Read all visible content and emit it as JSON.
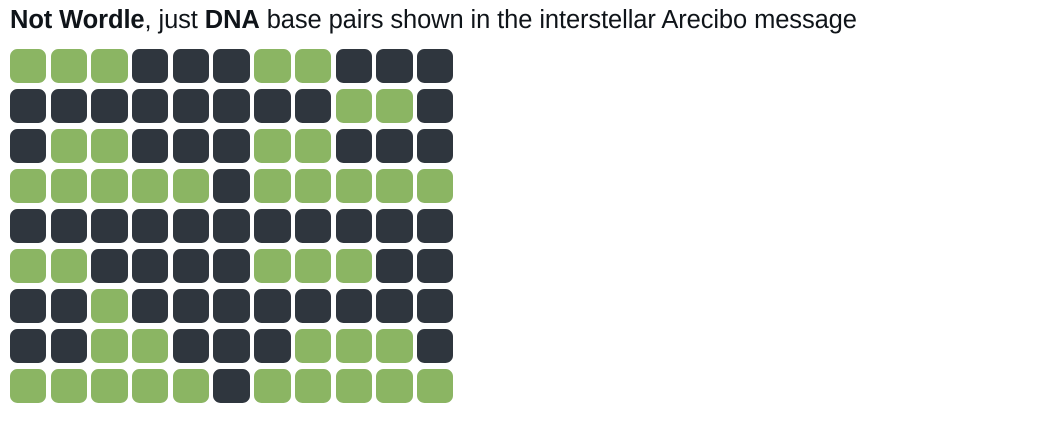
{
  "page": {
    "background": "#ffffff"
  },
  "header": {
    "full_text": "Not Wordle, just DNA base pairs shown in the interstellar Arecibo message",
    "text_color": "#0f1419",
    "segments": [
      {
        "text": "Not Wordle",
        "bold": true
      },
      {
        "text": ", just ",
        "bold": false
      },
      {
        "text": "DNA",
        "bold": true
      },
      {
        "text": " base pairs shown in the interstellar Arecibo message",
        "bold": false
      }
    ]
  },
  "grid": {
    "columns": 11,
    "row_count": 9,
    "cell_names": {
      "G": "green-square-emoji",
      "D": "black-square-emoji"
    },
    "colors": {
      "G": "#8bb563",
      "D": "#2f363e"
    },
    "rows": [
      "GGGDDDGGDDD",
      "DDDDDDDDGGD",
      "DGGDDDGGDDD",
      "GGGGGDGGGGG",
      "DDDDDDDDDDD",
      "GGDDDDGGGDD",
      "DDGDDDDDDDD",
      "DDGGDDDGGGD",
      "GGGGGDGGGGG"
    ]
  }
}
